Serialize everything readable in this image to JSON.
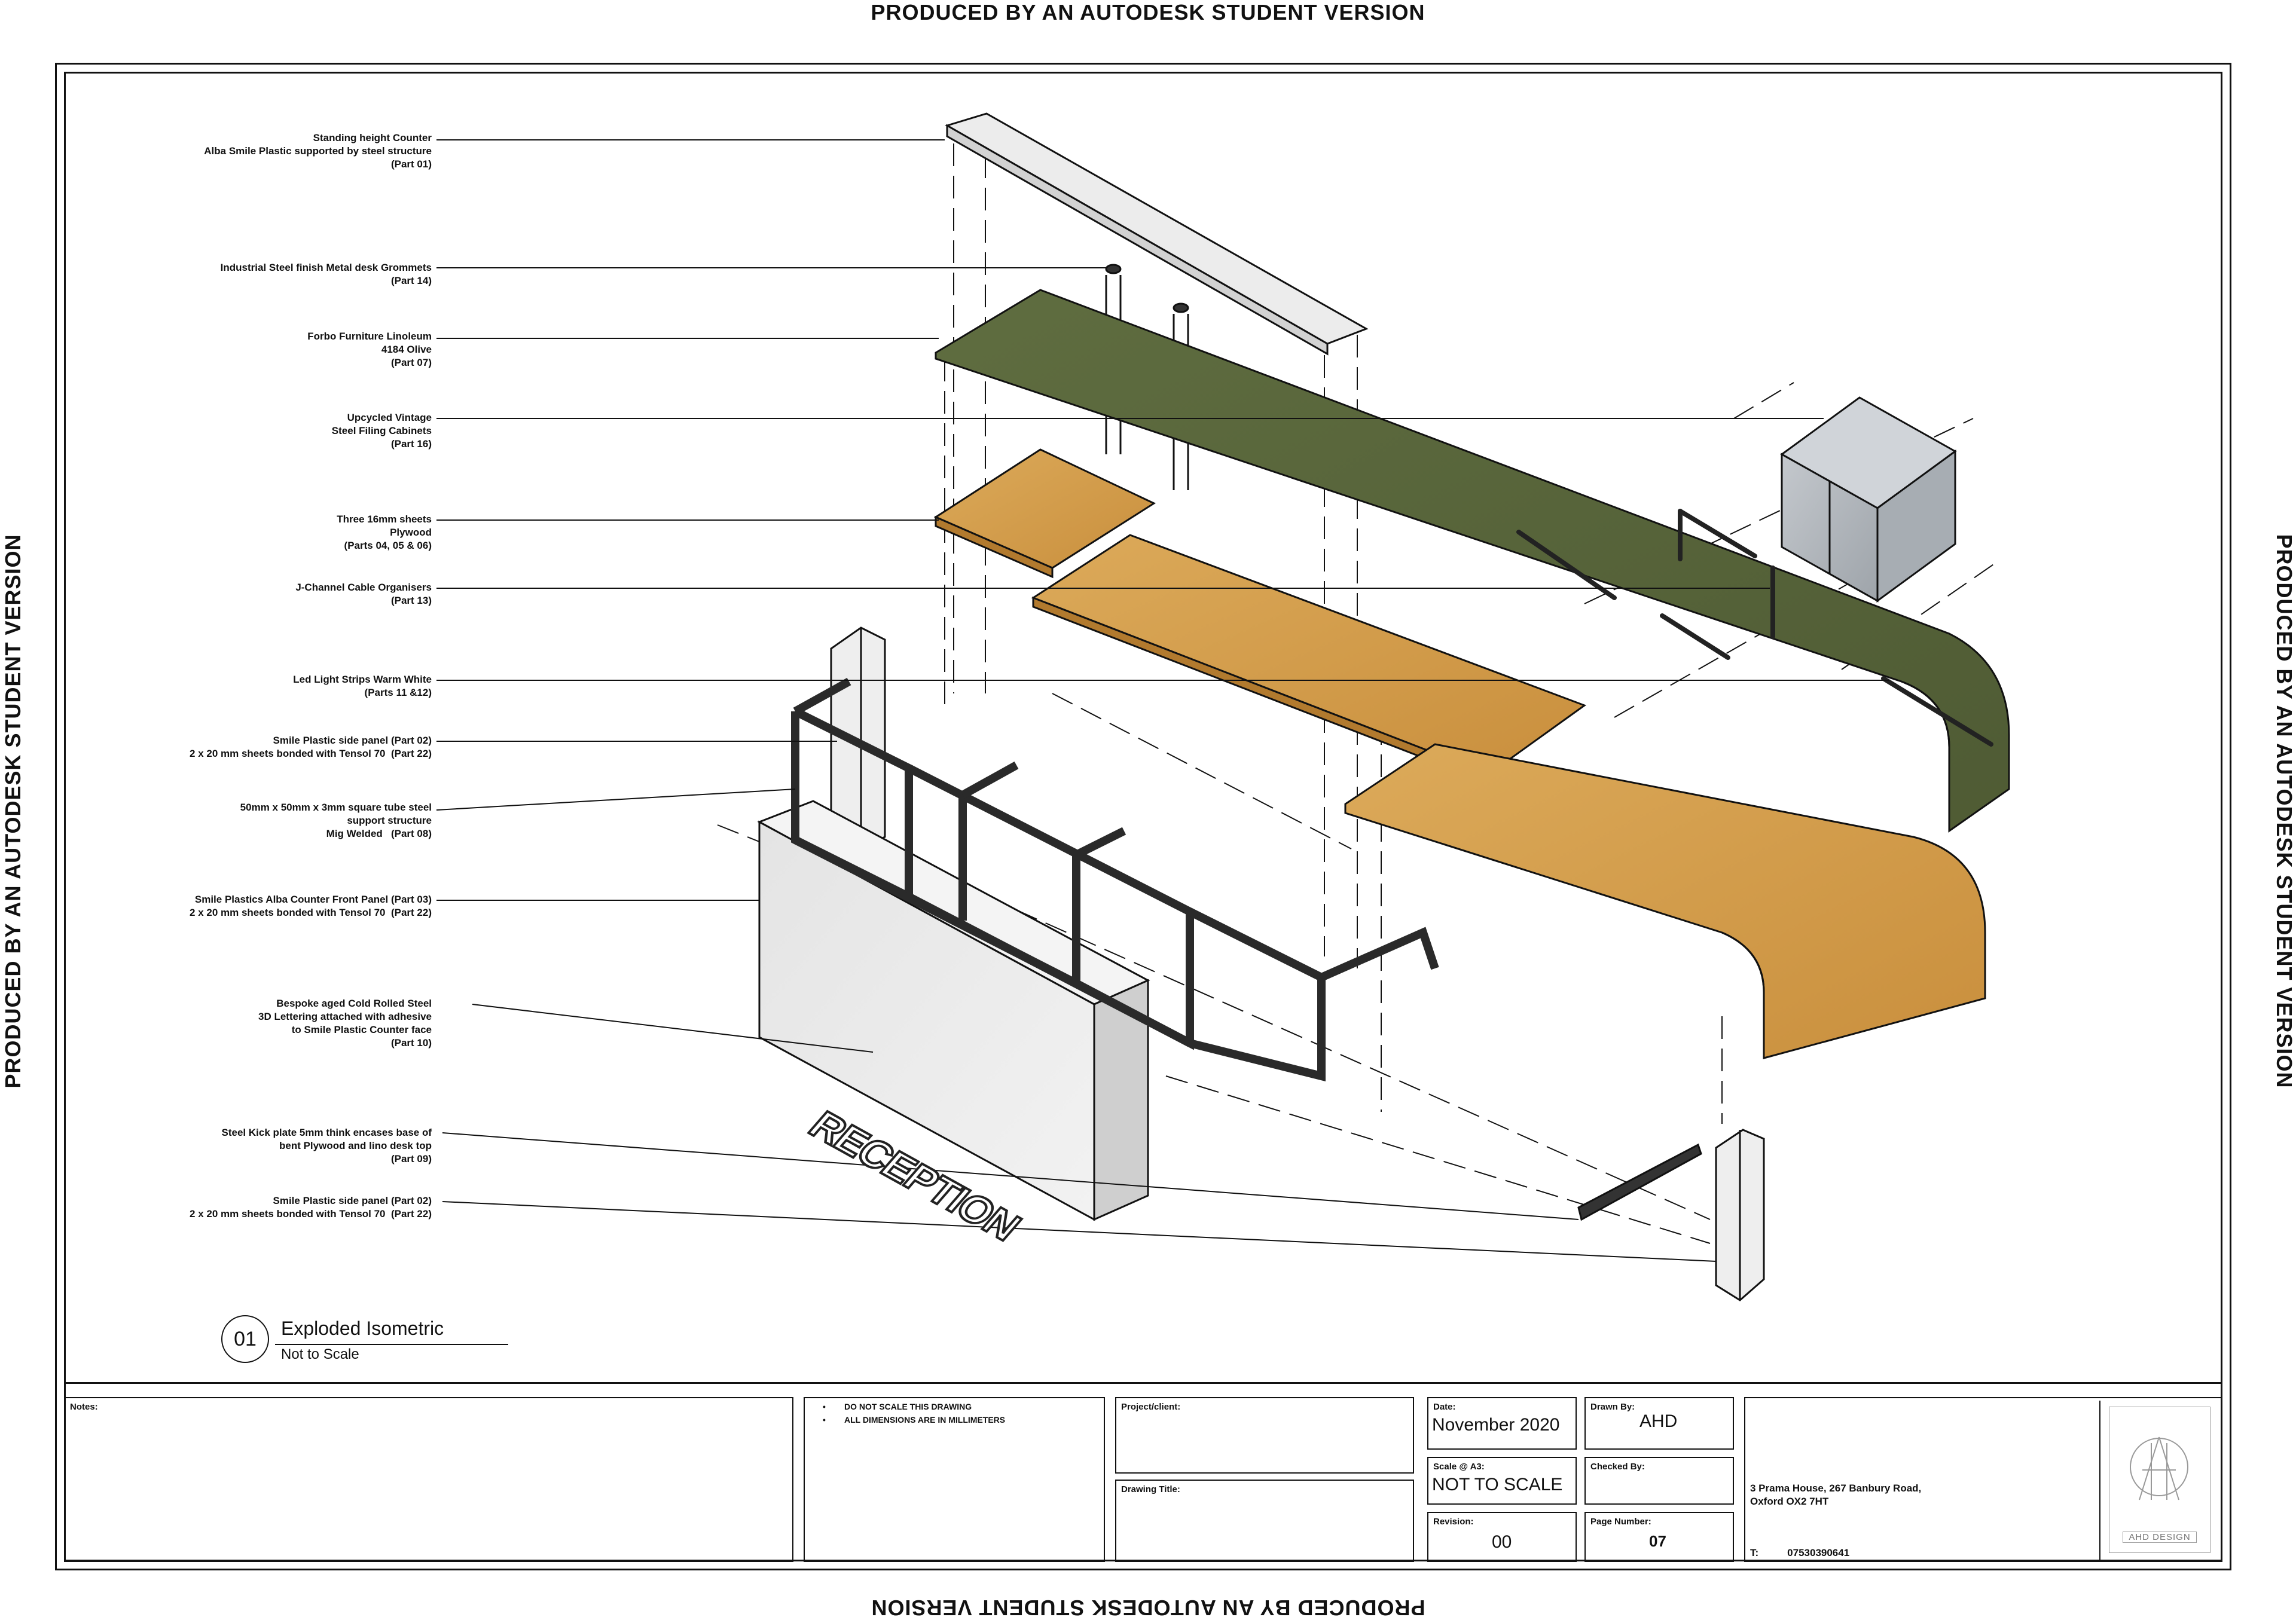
{
  "watermark": "PRODUCED BY AN AUTODESK STUDENT VERSION",
  "callouts": [
    {
      "lines": [
        "Standing height Counter",
        "Alba Smile Plastic supported by steel structure",
        "(Part 01)"
      ]
    },
    {
      "lines": [
        "Industrial Steel finish Metal desk Grommets",
        "(Part 14)"
      ]
    },
    {
      "lines": [
        "Forbo Furniture Linoleum",
        "4184 Olive",
        "(Part 07)"
      ]
    },
    {
      "lines": [
        "Upcycled Vintage",
        "Steel Filing Cabinets",
        "(Part 16)"
      ]
    },
    {
      "lines": [
        "Three 16mm sheets",
        "Plywood",
        "(Parts 04, 05 & 06)"
      ]
    },
    {
      "lines": [
        "J-Channel Cable Organisers",
        "(Part 13)"
      ]
    },
    {
      "lines": [
        "Led Light Strips Warm White",
        "(Parts 11 &12)"
      ]
    },
    {
      "lines": [
        "Smile Plastic side panel (Part 02)",
        "2 x 20 mm sheets bonded with Tensol 70  (Part 22)"
      ]
    },
    {
      "lines": [
        "50mm x 50mm x 3mm square tube steel",
        "support structure",
        "Mig Welded   (Part 08)"
      ]
    },
    {
      "lines": [
        "Smile Plastics Alba Counter Front Panel (Part 03)",
        "2 x 20 mm sheets bonded with Tensol 70  (Part 22)"
      ]
    },
    {
      "lines": [
        "Bespoke aged Cold Rolled Steel",
        "3D Lettering attached with adhesive",
        "to Smile Plastic Counter face",
        "(Part 10)"
      ]
    },
    {
      "lines": [
        "Steel Kick plate 5mm think encases base of",
        "bent Plywood and lino desk top",
        "(Part 09)"
      ]
    },
    {
      "lines": [
        "Smile Plastic side panel (Part 02)",
        "2 x 20 mm sheets bonded with Tensol 70  (Part 22)"
      ]
    }
  ],
  "lettering": "RECEPTION",
  "view": {
    "number": "01",
    "name": "Exploded Isometric",
    "scale": "Not to Scale"
  },
  "title_block": {
    "notes_label": "Notes:",
    "general_notes": [
      "DO NOT SCALE THIS DRAWING",
      "ALL DIMENSIONS ARE IN MILLIMETERS"
    ],
    "project_label": "Project/client:",
    "drawing_title_label": "Drawing Title:",
    "date_label": "Date:",
    "date_value": "November 2020",
    "drawn_by_label": "Drawn By:",
    "drawn_by_value": "AHD",
    "scale_label": "Scale @ A3:",
    "scale_value": "NOT TO SCALE",
    "checked_by_label": "Checked By:",
    "revision_label": "Revision:",
    "revision_value": "00",
    "page_number_label": "Page Number:",
    "page_number_value": "07",
    "address_line1": "3 Prama House, 267 Banbury Road,",
    "address_line2": "Oxford OX2 7HT",
    "phone_label": "T:",
    "phone_value": "07530390641",
    "logo_text": "AHD DESIGN"
  },
  "colors": {
    "linoleum": "#5d6a3f",
    "plywood": "#d7a04e",
    "smile_plastic": "#e6e6e6",
    "steel": "#4a4a4a",
    "cabinet": "#b9bec4"
  }
}
